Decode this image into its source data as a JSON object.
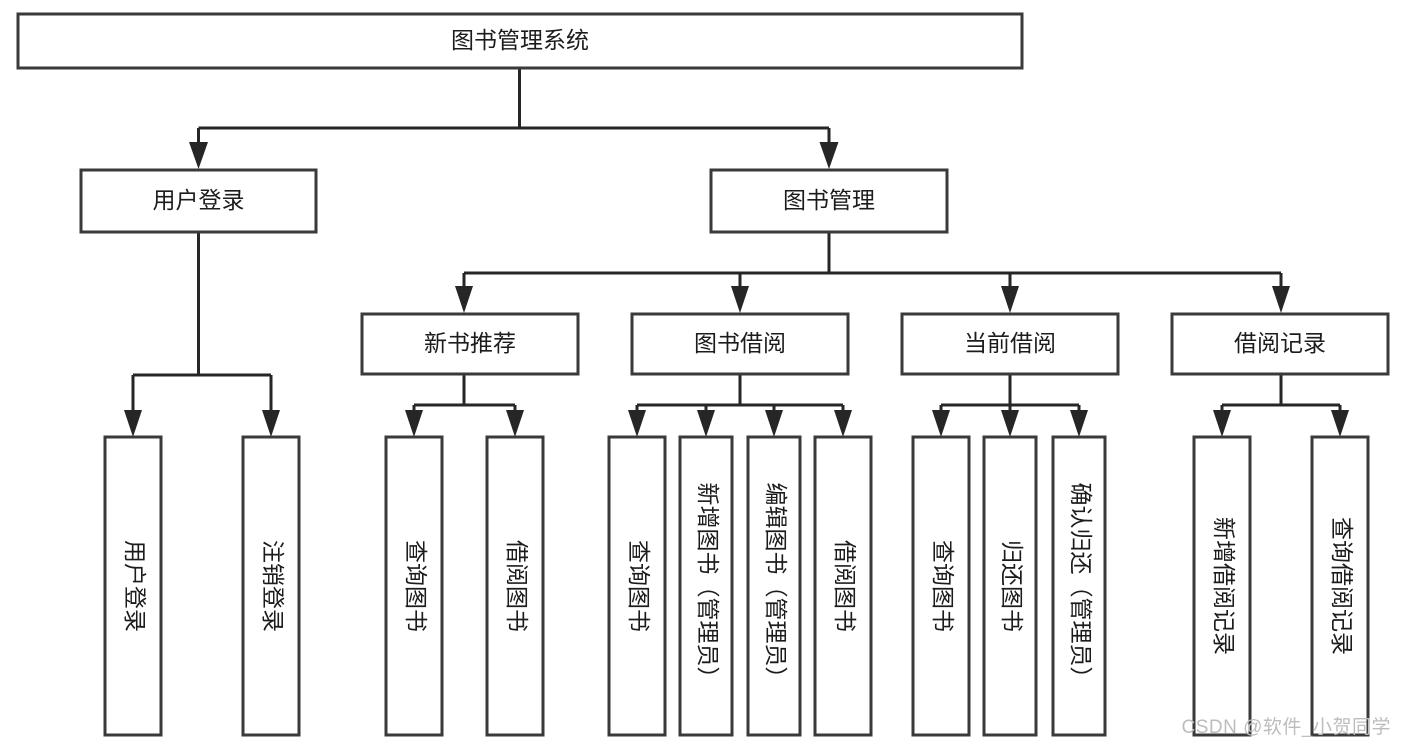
{
  "diagram": {
    "title": "图书管理系统",
    "type": "hierarchy-tree",
    "root": {
      "id": "root",
      "label": "图书管理系统"
    },
    "level2": [
      {
        "id": "user-login",
        "label": "用户登录"
      },
      {
        "id": "book-manage",
        "label": "图书管理"
      }
    ],
    "level3": [
      {
        "id": "new-book-recommend",
        "label": "新书推荐",
        "parent": "book-manage"
      },
      {
        "id": "book-borrow",
        "label": "图书借阅",
        "parent": "book-manage"
      },
      {
        "id": "current-borrow",
        "label": "当前借阅",
        "parent": "book-manage"
      },
      {
        "id": "borrow-record",
        "label": "借阅记录",
        "parent": "book-manage"
      }
    ],
    "leaves": {
      "user-login": [
        {
          "id": "leaf-user-login",
          "label": "用户登录"
        },
        {
          "id": "leaf-logout-login",
          "label": "注销登录"
        }
      ],
      "new-book-recommend": [
        {
          "id": "leaf-query-book-1",
          "label": "查询图书"
        },
        {
          "id": "leaf-borrow-book-1",
          "label": "借阅图书"
        }
      ],
      "book-borrow": [
        {
          "id": "leaf-query-book-2",
          "label": "查询图书"
        },
        {
          "id": "leaf-add-book",
          "label": "新增图书（管理员）"
        },
        {
          "id": "leaf-edit-book",
          "label": "编辑图书（管理员）"
        },
        {
          "id": "leaf-borrow-book-2",
          "label": "借阅图书"
        }
      ],
      "current-borrow": [
        {
          "id": "leaf-query-book-3",
          "label": "查询图书"
        },
        {
          "id": "leaf-return-book",
          "label": "归还图书"
        },
        {
          "id": "leaf-confirm-return",
          "label": "确认归还（管理员）"
        }
      ],
      "borrow-record": [
        {
          "id": "leaf-add-record",
          "label": "新增借阅记录"
        },
        {
          "id": "leaf-query-record",
          "label": "查询借阅记录"
        }
      ]
    },
    "colors": {
      "box_stroke": "#3a3a3a",
      "box_fill": "#ffffff",
      "connector": "#262626",
      "text": "#1c1c1c",
      "background": "#ffffff",
      "watermark": "#bdbdbd"
    }
  },
  "watermark": {
    "text": "CSDN @软件_小贺同学"
  }
}
